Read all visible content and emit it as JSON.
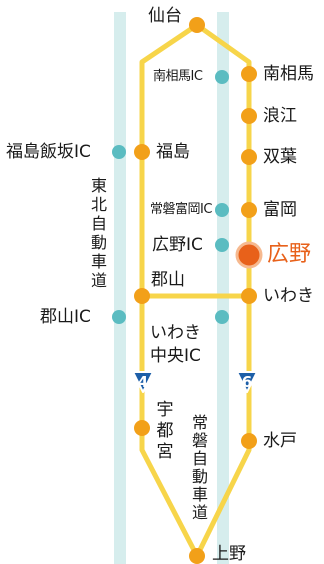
{
  "stations": {
    "sendai": "仙台",
    "minamisoma": "南相馬",
    "namie": "浪江",
    "futaba": "双葉",
    "tomioka": "富岡",
    "hirono": "広野",
    "iwaki": "いわき",
    "mito": "水戸",
    "ueno": "上野",
    "fukushima": "福島",
    "koriyama": "郡山",
    "utsunomiya": "宇都宮"
  },
  "interchanges": {
    "minamisoma_ic": "南相馬IC",
    "fukushima_iizaka_ic": "福島飯坂IC",
    "joban_tomioka_ic": "常磐富岡IC",
    "hirono_ic": "広野IC",
    "koriyama_ic": "郡山IC",
    "iwaki_chuo_ic_line1": "いわき",
    "iwaki_chuo_ic_line2": "中央IC"
  },
  "expressways": {
    "tohoku": "東北自動車道",
    "joban": "常磐自動車道"
  },
  "routes": {
    "tohoku_number": "4",
    "joban_number": "6"
  },
  "colors": {
    "rail": "#f7d54a",
    "expressway": "#d6eded",
    "station": "#f2a019",
    "ic": "#5bbcc1",
    "highlight": "#e8611a",
    "shield": "#1d5fa8"
  }
}
